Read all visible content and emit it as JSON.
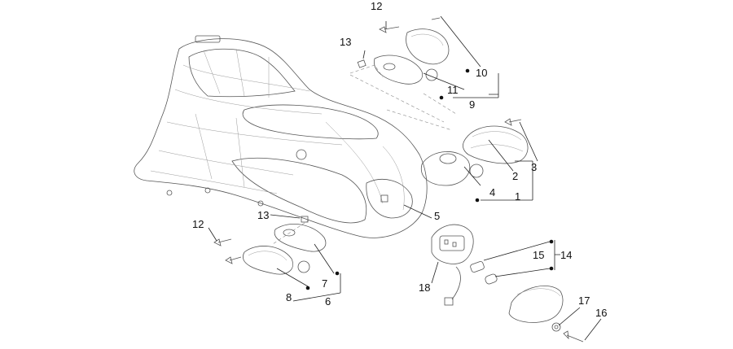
{
  "callouts": [
    {
      "id": "c12a",
      "text": "12"
    },
    {
      "id": "c13a",
      "text": "13"
    },
    {
      "id": "c10",
      "text": "10"
    },
    {
      "id": "c11",
      "text": "11"
    },
    {
      "id": "c9",
      "text": "9"
    },
    {
      "id": "c3",
      "text": "3"
    },
    {
      "id": "c2",
      "text": "2"
    },
    {
      "id": "c4",
      "text": "4"
    },
    {
      "id": "c1",
      "text": "1"
    },
    {
      "id": "c5",
      "text": "5"
    },
    {
      "id": "c13b",
      "text": "13"
    },
    {
      "id": "c12b",
      "text": "12"
    },
    {
      "id": "c7",
      "text": "7"
    },
    {
      "id": "c8",
      "text": "8"
    },
    {
      "id": "c6",
      "text": "6"
    },
    {
      "id": "c18",
      "text": "18"
    },
    {
      "id": "c14",
      "text": "14"
    },
    {
      "id": "c15",
      "text": "15"
    },
    {
      "id": "c17",
      "text": "17"
    },
    {
      "id": "c16",
      "text": "16"
    }
  ]
}
